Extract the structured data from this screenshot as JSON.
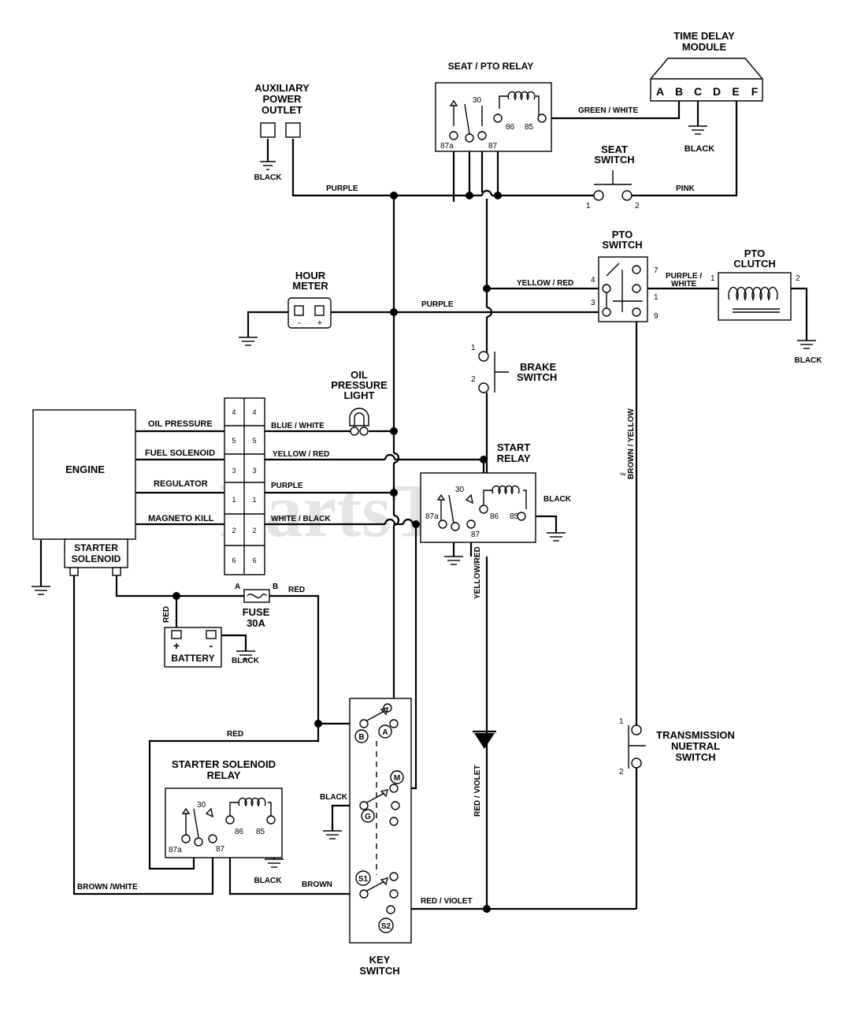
{
  "components": {
    "time_delay_module": {
      "title_line1": "TIME DELAY",
      "title_line2": "MODULE",
      "pins": [
        "A",
        "B",
        "C",
        "D",
        "E",
        "F"
      ]
    },
    "seat_pto_relay": {
      "title": "SEAT / PTO RELAY",
      "pin_30": "30",
      "pin_87a": "87a",
      "pin_87": "87",
      "pin_86": "86",
      "pin_85": "85"
    },
    "aux_power_outlet": {
      "line1": "AUXILIARY",
      "line2": "POWER",
      "line3": "OUTLET"
    },
    "seat_switch": {
      "line1": "SEAT",
      "line2": "SWITCH",
      "pin1": "1",
      "pin2": "2"
    },
    "pto_switch": {
      "line1": "PTO",
      "line2": "SWITCH",
      "pins": [
        "7",
        "4",
        "1",
        "3",
        "9"
      ]
    },
    "pto_clutch": {
      "line1": "PTO",
      "line2": "CLUTCH",
      "pin1": "1",
      "pin2": "2"
    },
    "hour_meter": {
      "line1": "HOUR",
      "line2": "METER",
      "minus": "-",
      "plus": "+"
    },
    "brake_switch": {
      "line1": "BRAKE",
      "line2": "SWITCH",
      "pin1": "1",
      "pin2": "2"
    },
    "oil_pressure_light": {
      "line1": "OIL",
      "line2": "PRESSURE",
      "line3": "LIGHT"
    },
    "engine": {
      "label": "ENGINE",
      "leads": [
        "OIL PRESSURE",
        "FUEL SOLENOID",
        "REGULATOR",
        "MAGNETO KILL"
      ]
    },
    "starter_solenoid": {
      "line1": "STARTER",
      "line2": "SOLENOID"
    },
    "connector": {
      "left_pins": [
        "4",
        "5",
        "3",
        "1",
        "2",
        "6"
      ],
      "right_pins": [
        "4",
        "5",
        "3",
        "1",
        "2",
        "6"
      ]
    },
    "start_relay": {
      "line1": "START",
      "line2": "RELAY",
      "pin_30": "30",
      "pin_87a": "87a",
      "pin_87": "87",
      "pin_86": "86",
      "pin_85": "85"
    },
    "fuse": {
      "label": "FUSE",
      "rating": "30A",
      "pin_a": "A",
      "pin_b": "B"
    },
    "battery": {
      "label": "BATTERY",
      "plus": "+",
      "minus": "-"
    },
    "starter_solenoid_relay": {
      "line1": "STARTER SOLENOID",
      "line2": "RELAY",
      "pin_30": "30",
      "pin_87a": "87a",
      "pin_87": "87",
      "pin_86": "86",
      "pin_85": "85"
    },
    "key_switch": {
      "line1": "KEY",
      "line2": "SWITCH",
      "terminals": [
        "B",
        "A",
        "M",
        "G",
        "S1",
        "S2"
      ]
    },
    "transmission_switch": {
      "line1": "TRANSMISSION",
      "line2": "NUETRAL",
      "line3": "SWITCH",
      "pin1": "1",
      "pin2": "2"
    }
  },
  "wires": {
    "green_white": "GREEN / WHITE",
    "black": "BLACK",
    "purple": "PURPLE",
    "pink": "PINK",
    "yellow_red": "YELLOW / RED",
    "purple_white_1": "PURPLE /",
    "purple_white_2": "WHITE",
    "brown_yellow": "BROWN / YELLOW",
    "blue_white": "BLUE / WHITE",
    "white_black": "WHITE / BLACK",
    "red": "RED",
    "yellow_red_vert": "YELLOW/RED",
    "red_violet_vert": "RED / VIOLET",
    "red_violet": "RED / VIOLET",
    "brown_white": "BROWN /WHITE",
    "brown": "BROWN"
  },
  "watermark": {
    "text": "PartsTree",
    "tm": "™"
  }
}
